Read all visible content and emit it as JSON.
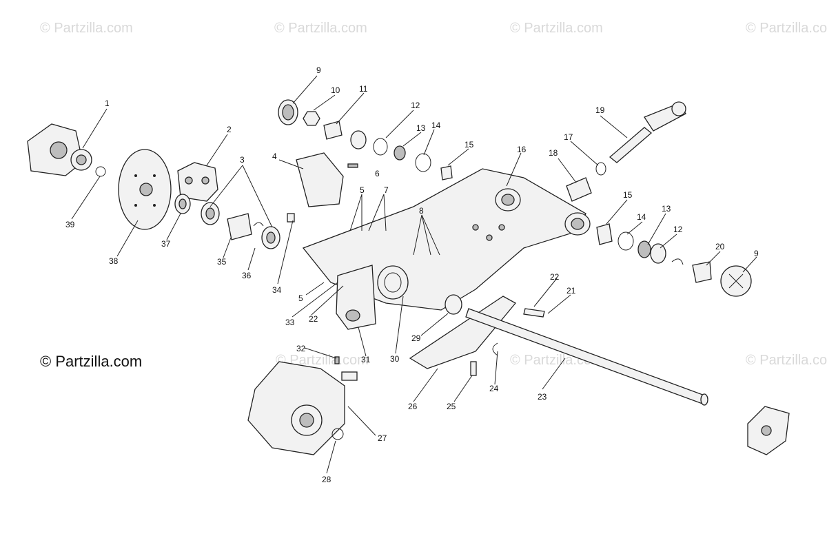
{
  "watermarks": [
    "© Partzilla.com",
    "© Partzilla.com",
    "© Partzilla.com",
    "© Partzilla.com",
    "© Partzilla.com",
    "© Partzilla.com",
    "© Partzilla.com"
  ],
  "brand_text": "© Partzilla.com",
  "callouts": [
    "1",
    "2",
    "3",
    "4",
    "5",
    "5",
    "6",
    "7",
    "8",
    "9",
    "9",
    "10",
    "11",
    "12",
    "12",
    "13",
    "13",
    "14",
    "14",
    "15",
    "15",
    "16",
    "17",
    "18",
    "19",
    "20",
    "21",
    "22",
    "22",
    "23",
    "24",
    "25",
    "26",
    "27",
    "28",
    "29",
    "30",
    "31",
    "32",
    "33",
    "34",
    "35",
    "36",
    "37",
    "38",
    "39"
  ]
}
